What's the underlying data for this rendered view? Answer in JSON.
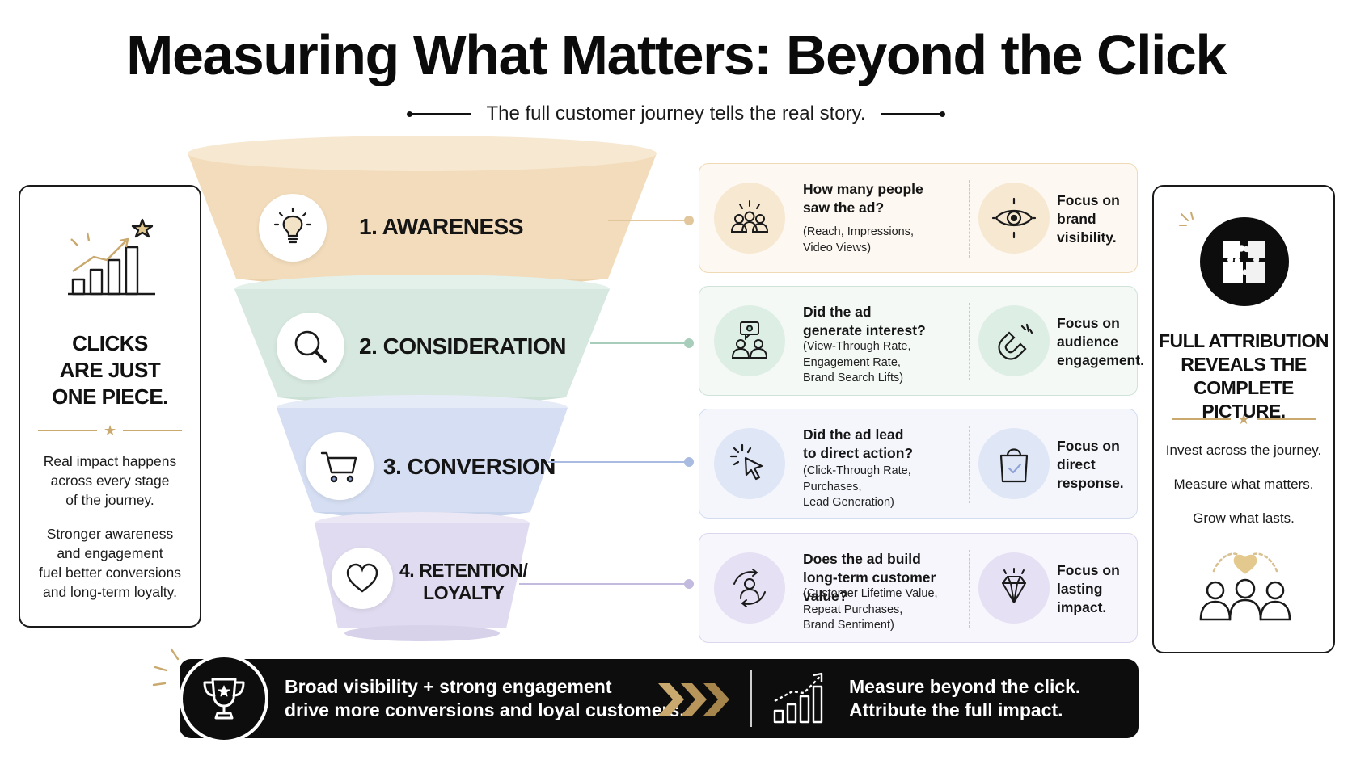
{
  "title": "Measuring What Matters: Beyond the Click",
  "subtitle": "The full customer journey tells the real story.",
  "left_panel": {
    "heading": "CLICKS\nARE JUST\nONE PIECE.",
    "text1": "Real impact happens\nacross every stage\nof the journey.",
    "text2": "Stronger awareness\nand engagement\nfuel better conversions\nand long-term loyalty.",
    "icon": "growth-chart-star-icon"
  },
  "right_panel": {
    "heading": "FULL ATTRIBUTION\nREVEALS THE\nCOMPLETE PICTURE.",
    "lines": [
      "Invest across the journey.",
      "Measure what matters.",
      "Grow what lasts."
    ],
    "icon": "puzzle-icon",
    "bottom_icon": "community-heart-icon"
  },
  "stages": [
    {
      "label": "1. AWARENESS",
      "icon": "lightbulb-icon",
      "color": "#f2dcbb",
      "question": "How many people\nsaw the ad?",
      "metrics": "(Reach, Impressions,\nVideo Views)",
      "focus": "Focus on\nbrand\nvisibility.",
      "card_icon": "audience-icon",
      "focus_icon": "eye-target-icon"
    },
    {
      "label": "2. CONSIDERATION",
      "icon": "magnifier-icon",
      "color": "#d6e8df",
      "question": "Did the ad\ngenerate interest?",
      "metrics": "(View-Through Rate,\nEngagement Rate,\nBrand Search Lifts)",
      "focus": "Focus on\naudience\nengagement.",
      "card_icon": "discussion-icon",
      "focus_icon": "magnet-icon"
    },
    {
      "label": "3. CONVERSION",
      "icon": "cart-icon",
      "color": "#d5def2",
      "question": "Did the ad lead\nto direct action?",
      "metrics": "(Click-Through Rate,\nPurchases,\nLead Generation)",
      "focus": "Focus on\ndirect\nresponse.",
      "card_icon": "cursor-click-icon",
      "focus_icon": "shopping-bag-icon"
    },
    {
      "label": "4. RETENTION/\nLOYALTY",
      "icon": "heart-icon",
      "color": "#e0dbf0",
      "question": "Does the ad build\nlong-term customer value?",
      "metrics": "(Customer Lifetime Value,\nRepeat Purchases,\nBrand Sentiment)",
      "focus": "Focus on\nlasting\nimpact.",
      "card_icon": "customer-cycle-icon",
      "focus_icon": "diamond-icon"
    }
  ],
  "banner": {
    "left_text": "Broad visibility + strong engagement\ndrive more conversions and loyal customers.",
    "right_text": "Measure beyond the click.\nAttribute the full impact.",
    "left_icon": "trophy-icon",
    "right_icon": "growth-chart-icon"
  },
  "colors": {
    "accent_gold": "#c9a96e",
    "dark": "#0d0d0d"
  }
}
